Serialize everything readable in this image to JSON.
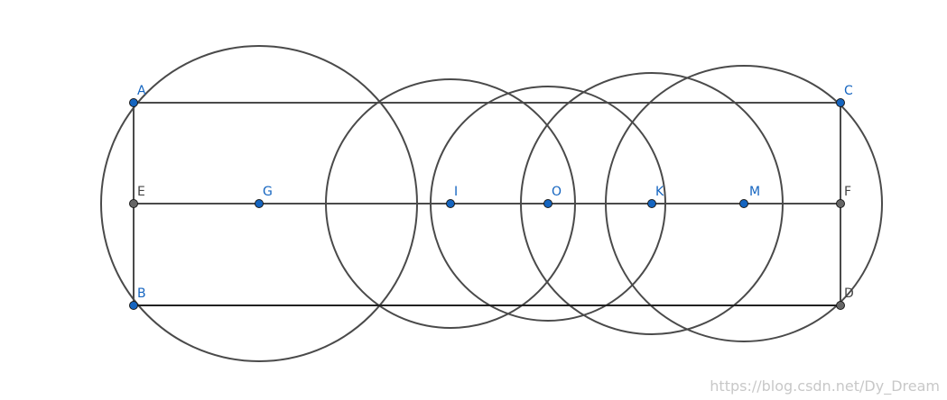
{
  "figure": {
    "points": [
      {
        "label": "A",
        "color": "#1565c0"
      },
      {
        "label": "C",
        "color": "#1565c0"
      },
      {
        "label": "E",
        "color": "#666666"
      },
      {
        "label": "G",
        "color": "#1565c0"
      },
      {
        "label": "I",
        "color": "#1565c0"
      },
      {
        "label": "O",
        "color": "#1565c0"
      },
      {
        "label": "K",
        "color": "#1565c0"
      },
      {
        "label": "M",
        "color": "#1565c0"
      },
      {
        "label": "F",
        "color": "#666666"
      },
      {
        "label": "B",
        "color": "#1565c0"
      },
      {
        "label": "D",
        "color": "#666666"
      }
    ],
    "segments": [
      [
        "A",
        "C"
      ],
      [
        "A",
        "B"
      ],
      [
        "C",
        "D"
      ],
      [
        "B",
        "D"
      ],
      [
        "E",
        "F"
      ]
    ],
    "circles": [
      {
        "center": "G",
        "through": "A"
      },
      {
        "center": "I"
      },
      {
        "center": "O"
      },
      {
        "center": "K"
      },
      {
        "center": "M",
        "through": "C"
      }
    ],
    "line_color": "#4a4a4a"
  },
  "watermark": "https://blog.csdn.net/Dy_Dream"
}
